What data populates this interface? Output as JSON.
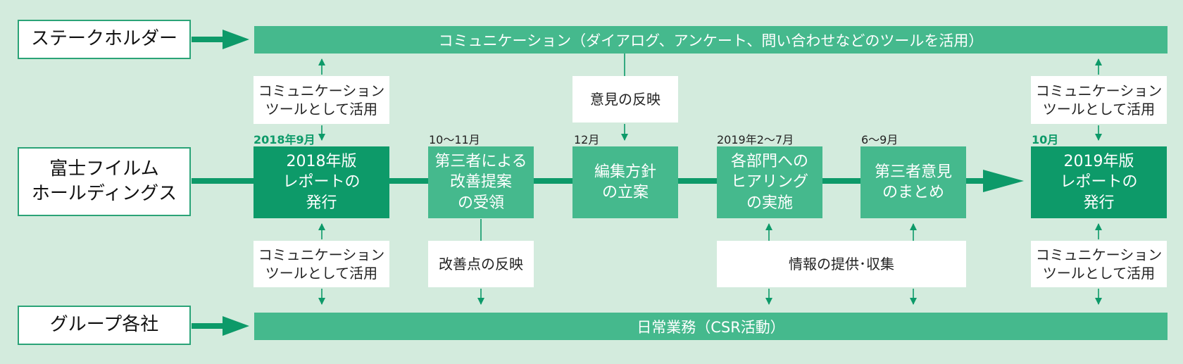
{
  "colors": {
    "background": "#d3ebdd",
    "band": "#45b98d",
    "step_light": "#45b98d",
    "step_dark": "#0d9a69",
    "connector": "#0d9a69",
    "lane_border": "#2aa377"
  },
  "lanes": {
    "stakeholder": "ステークホルダー",
    "fujifilm": "富士フイルム\nホールディングス",
    "group": "グループ各社"
  },
  "bands": {
    "communication": "コミュニケーション（ダイアログ、アンケート、問い合わせなどのツールを活用）",
    "daily_work": "日常業務（CSR活動）"
  },
  "dates": {
    "d2018": "2018年9月",
    "d10_11": "10〜11月",
    "d12": "12月",
    "d2019": "2019年2〜7月",
    "d6_9": "6〜9月",
    "d10": "10月"
  },
  "steps": {
    "issue_2018": "2018年版\nレポートの\n発行",
    "third_party_proposal": "第三者による\n改善提案\nの受領",
    "editorial_policy": "編集方針\nの立案",
    "hearing": "各部門への\nヒアリング\nの実施",
    "third_party_opinion": "第三者意見\nのまとめ",
    "issue_2019": "2019年版\nレポートの\n発行"
  },
  "notes": {
    "comm_tool": "コミュニケーション\nツールとして活用",
    "opinion_reflect": "意見の反映",
    "improvement_reflect": "改善点の反映",
    "info_exchange": "情報の提供･収集"
  }
}
